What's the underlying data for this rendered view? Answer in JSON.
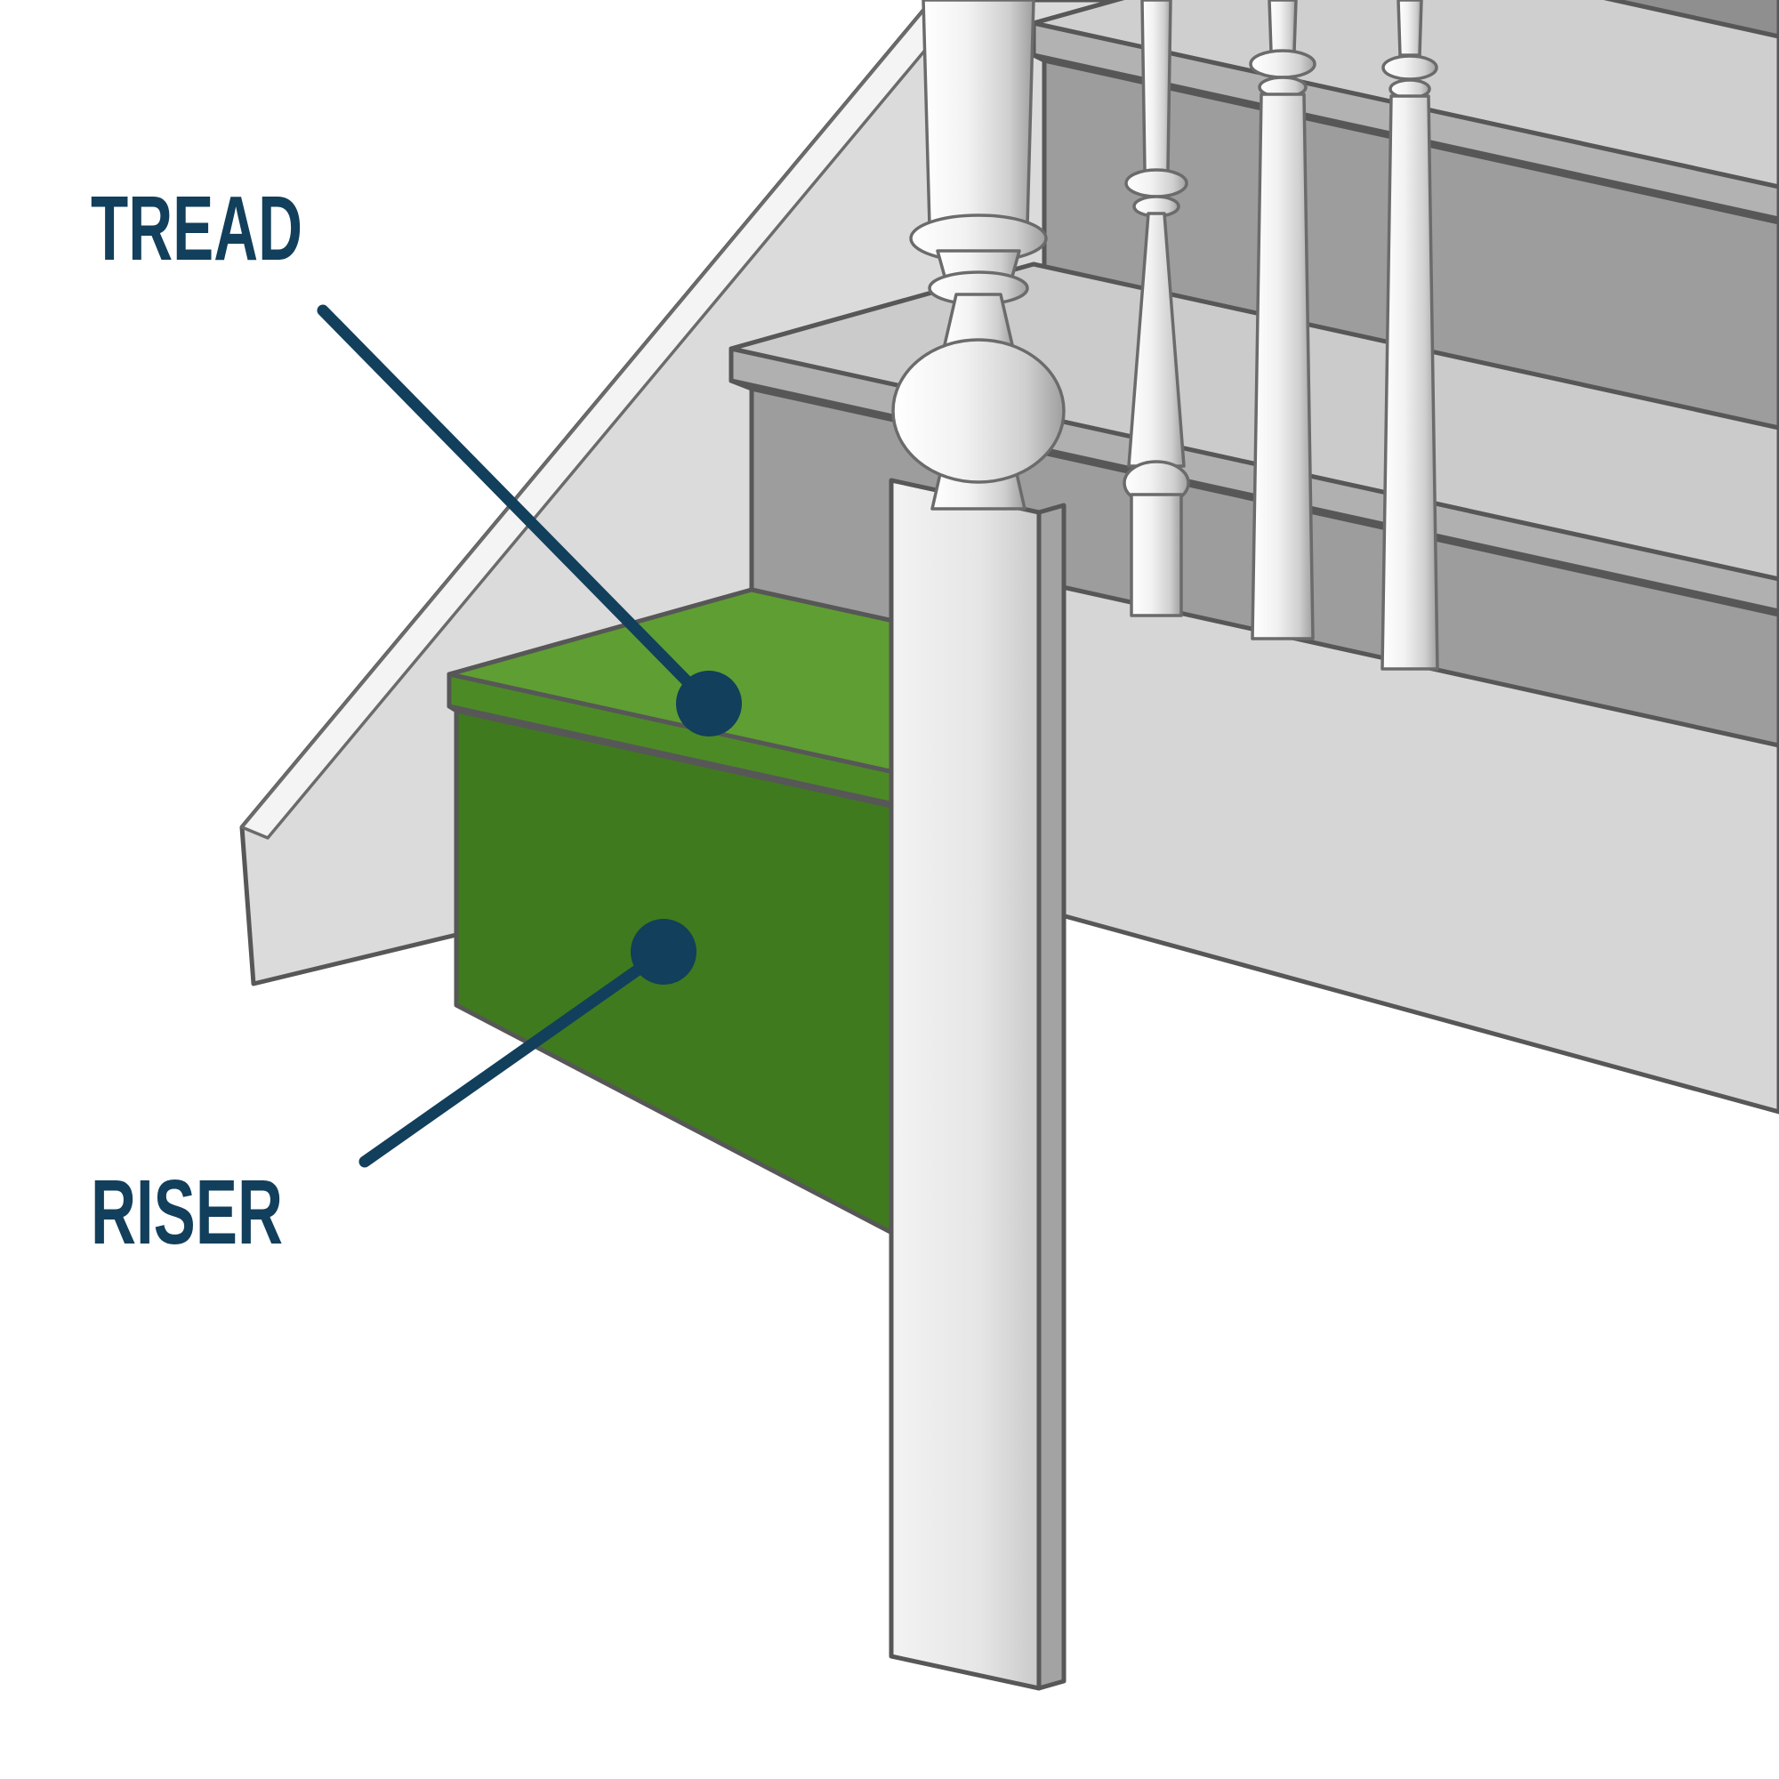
{
  "diagram": {
    "subject": "staircase step anatomy",
    "callouts": [
      {
        "id": "tread",
        "label": "TREAD",
        "points_to": "tread-top-surface"
      },
      {
        "id": "riser",
        "label": "RISER",
        "points_to": "riser-front-face"
      }
    ]
  },
  "colors": {
    "ink": "#123f5b",
    "tread-green": "#5f9e33",
    "tread-edge-green": "#4c8a26",
    "riser-green": "#3f7a1e"
  }
}
